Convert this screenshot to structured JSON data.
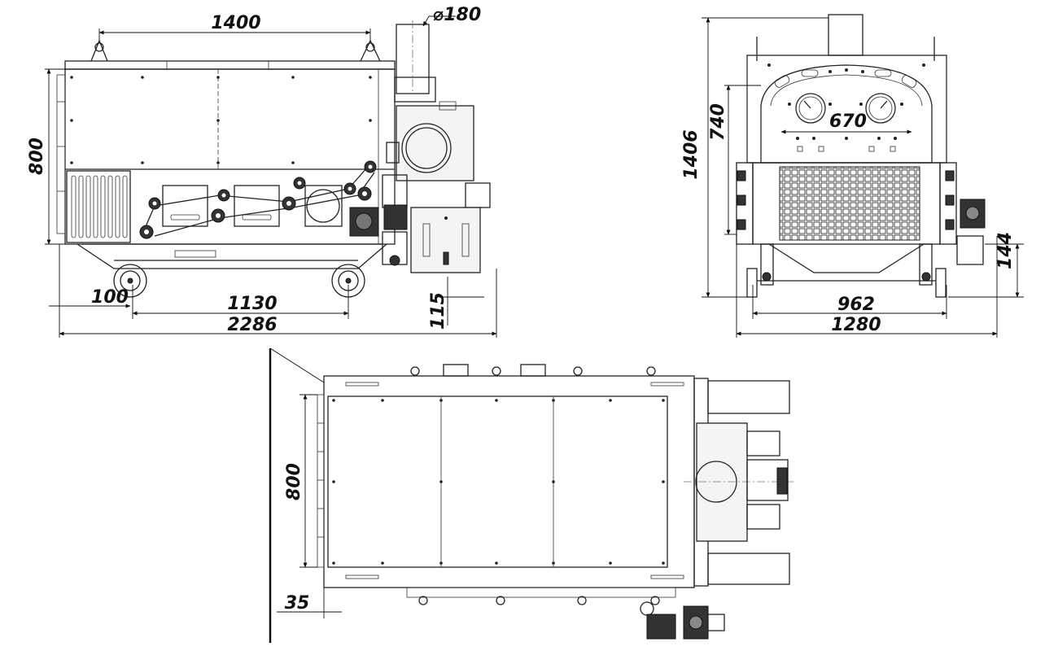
{
  "drawing": {
    "views": [
      "side-view",
      "front-view",
      "top-view"
    ]
  },
  "dimensions": {
    "side": {
      "top_length": "1400",
      "diameter": "⌀180",
      "height": "800",
      "offset_left": "100",
      "wheelbase": "1130",
      "overall_length": "2286",
      "ground_clearance": "115"
    },
    "front": {
      "overall_height": "1406",
      "body_height": "740",
      "gauge_spacing": "670",
      "motor_height": "144",
      "track_width": "962",
      "overall_width": "1280"
    },
    "top": {
      "width": "800",
      "margin": "35"
    }
  },
  "colors": {
    "line": "#222222",
    "background": "#ffffff"
  }
}
